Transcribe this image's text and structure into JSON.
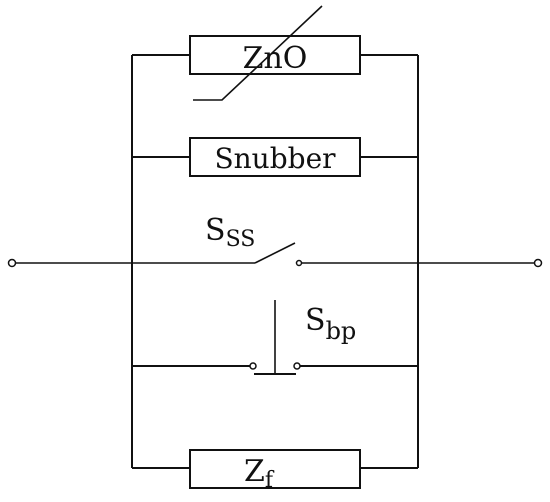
{
  "diagram": {
    "components": {
      "zno": {
        "label": "ZnO",
        "kind": "varistor"
      },
      "snubber": {
        "label": "Snubber",
        "kind": "resistor-box"
      },
      "zf": {
        "main": "Z",
        "sub": "f",
        "kind": "impedance"
      }
    },
    "switches": {
      "ss": {
        "main": "S",
        "sub": "SS",
        "state": "open"
      },
      "bp": {
        "main": "S",
        "sub": "bp",
        "state": "push-button"
      }
    },
    "terminals": [
      "left-terminal",
      "right-terminal"
    ],
    "colors": {
      "line": "#111111",
      "background": "#ffffff"
    }
  }
}
